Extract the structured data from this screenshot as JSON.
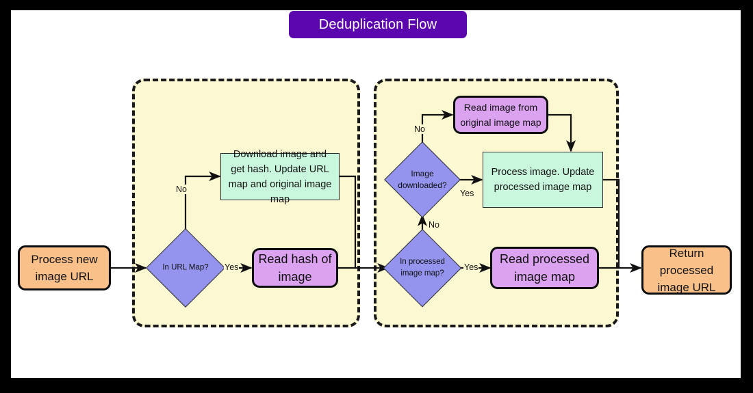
{
  "title": "Deduplication Flow",
  "colors": {
    "title_chip": "#5B05AE",
    "group_fill": "#FCF8D2",
    "terminal_fill": "#FAC08A",
    "purple_fill": "#DBA2F0",
    "mint_fill": "#C9F7DE",
    "diamond_fill": "#9494EE",
    "stroke": "#0d0d0d",
    "frame": "#000000"
  },
  "nodes": {
    "start": {
      "label": "Process new image URL",
      "shape": "rounded-rectangle",
      "fill": "orange"
    },
    "in_url_map": {
      "label_line1": "In URL Map?",
      "shape": "diamond",
      "fill": "blue"
    },
    "download": {
      "label": "Download image and get hash. Update URL map and original image map",
      "shape": "rectangle",
      "fill": "mint"
    },
    "read_hash": {
      "label": "Read hash of image",
      "shape": "rounded-rectangle",
      "fill": "purple"
    },
    "in_processed_map": {
      "label_line1": "In processed",
      "label_line2": "image map?",
      "shape": "diamond",
      "fill": "blue"
    },
    "read_processed": {
      "label": "Read processed image map",
      "shape": "rounded-rectangle",
      "fill": "purple"
    },
    "image_downloaded": {
      "label_line1": "Image",
      "label_line2": "downloaded?",
      "shape": "diamond",
      "fill": "blue"
    },
    "read_original": {
      "label": "Read image from original image map",
      "shape": "rounded-rectangle",
      "fill": "purple"
    },
    "process_image": {
      "label": "Process image. Update processed image map",
      "shape": "rectangle",
      "fill": "mint"
    },
    "end": {
      "label": "Return processed image URL",
      "shape": "rounded-rectangle",
      "fill": "orange"
    }
  },
  "edge_labels": {
    "url_no": "No",
    "url_yes": "Yes",
    "processed_yes": "Yes",
    "processed_no": "No",
    "downloaded_yes": "Yes",
    "downloaded_no": "No"
  }
}
